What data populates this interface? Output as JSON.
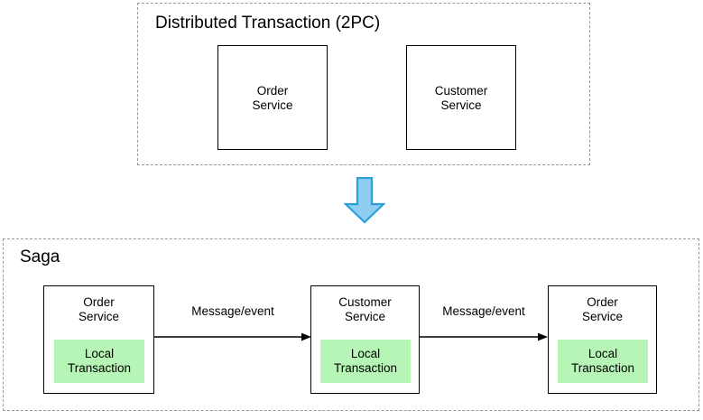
{
  "diagram": {
    "title_top": "Distributed Transaction (2PC)",
    "title_bottom": "Saga",
    "colors": {
      "group_border": "#999999",
      "box_border": "#000000",
      "local_tx_fill": "#b6f5b6",
      "arrow_fill": "#8ecdf0",
      "arrow_stroke": "#2c9fdb",
      "background": "#ffffff",
      "text": "#000000"
    }
  },
  "top_section": {
    "title": "Distributed Transaction (2PC)",
    "boxes": [
      {
        "label": "Order\nService"
      },
      {
        "label": "Customer\nService"
      }
    ]
  },
  "transition": {
    "icon": "down-arrow-icon"
  },
  "bottom_section": {
    "title": "Saga",
    "boxes": [
      {
        "label": "Order\nService",
        "local_transaction": "Local\nTransaction"
      },
      {
        "label": "Customer\nService",
        "local_transaction": "Local\nTransaction"
      },
      {
        "label": "Order\nService",
        "local_transaction": "Local\nTransaction"
      }
    ],
    "connectors": [
      {
        "label": "Message/event"
      },
      {
        "label": "Message/event"
      }
    ]
  }
}
